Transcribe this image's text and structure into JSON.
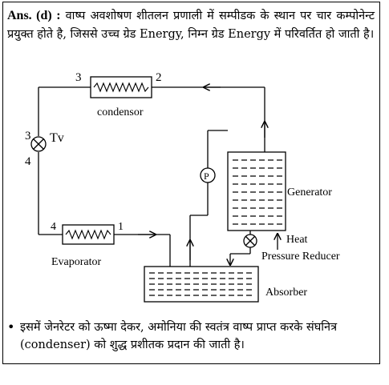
{
  "intro": {
    "label": "Ans. (d) :",
    "text": "वाष्प अवशोषण शीतलन प्रणाली में सम्पीडक के स्थान पर चार कम्पोनेन्ट प्रयुक्त होते है, जिससे उच्च ग्रेड Energy, निम्न ग्रेड Energy में परिवर्तित हो जाती है।"
  },
  "diagram": {
    "condensor_label": "condensor",
    "point_3_top": "3",
    "point_2_top": "2",
    "point_3_valve": "3",
    "valve_label": "Tv",
    "point_4_valve": "4",
    "point_4_evap": "4",
    "point_1_evap": "1",
    "evaporator_label": "Evaporator",
    "pump_label": "P",
    "generator_label": "Generator",
    "heat_label": "Heat",
    "pressure_reducer_label": "Pressure Reducer",
    "absorber_label": "Absorber"
  },
  "bullet": {
    "symbol": "•",
    "text": "इसमें जेनरेटर को ऊष्मा देकर, अमोनिया की स्वतंत्र वाष्प प्राप्त करके संघनित्र (condenser) को शुद्ध प्रशीतक प्रदान की जाती है।"
  }
}
